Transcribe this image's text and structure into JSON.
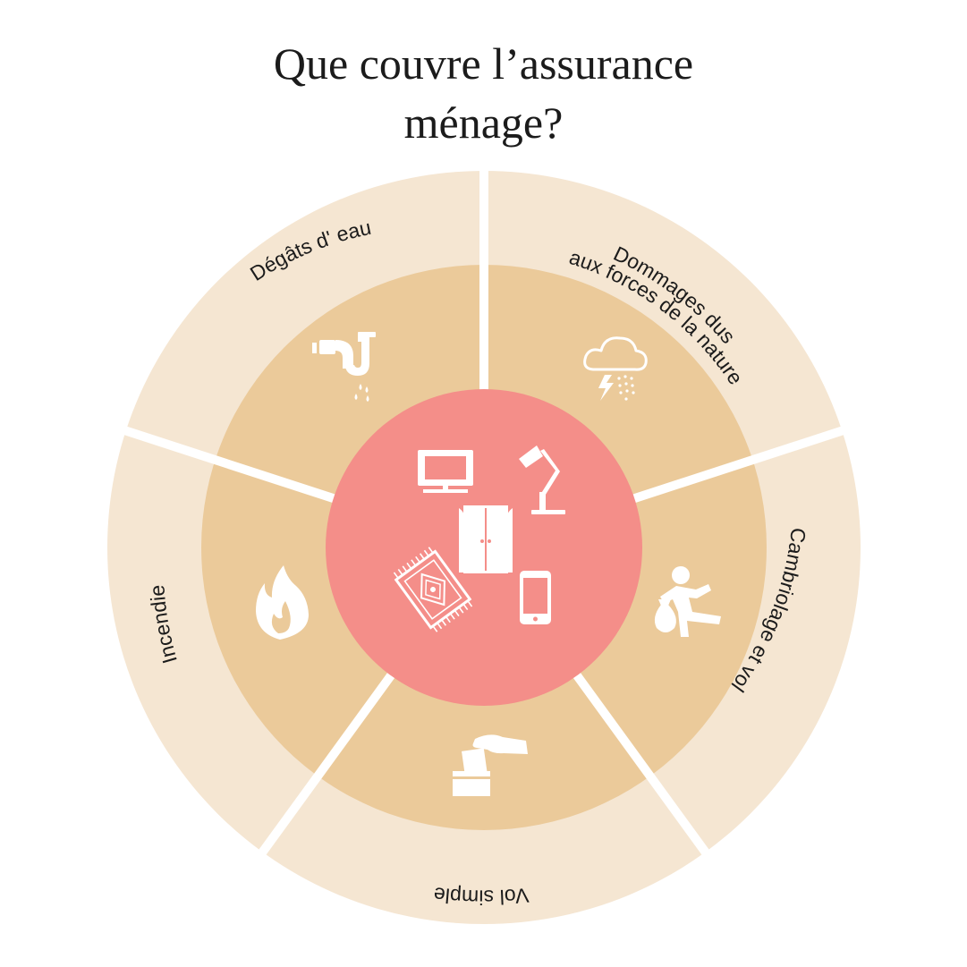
{
  "title": {
    "line1": "Que couvre l’assurance",
    "line2": "ménage?"
  },
  "colors": {
    "outer_ring": "#f5e6d2",
    "inner_ring": "#ebca9a",
    "center": "#f48e89",
    "separator": "#ffffff",
    "icon": "#ffffff",
    "text": "#1b1b1b"
  },
  "segments": [
    {
      "label": "Dégâts d' eau",
      "icon": "pipe-leak-icon"
    },
    {
      "label_line1": "Dommages dus",
      "label_line2": "aux forces de la nature",
      "icon": "storm-cloud-icon"
    },
    {
      "label": "Cambriolage et vol",
      "icon": "burglar-icon"
    },
    {
      "label": "Vol simple",
      "icon": "hand-taking-wallet-icon"
    },
    {
      "label": "Incendie",
      "icon": "fire-icon"
    }
  ],
  "center_icons": [
    "tv-icon",
    "desk-lamp-icon",
    "wardrobe-icon",
    "rug-icon",
    "smartphone-icon"
  ]
}
